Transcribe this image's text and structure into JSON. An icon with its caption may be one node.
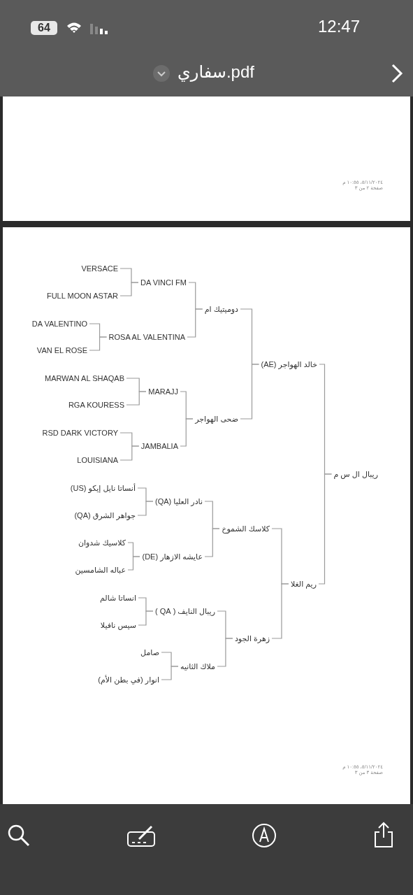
{
  "diagram": {
    "nodes": [
      {
        "text": [
          "VERSACE"
        ]
      },
      {
        "text": [
          "DA VINCI FM"
        ]
      },
      {
        "text": [
          "FULL MOON ASTAR"
        ]
      },
      {
        "text": [
          "دوميتيك ام"
        ]
      },
      {
        "text": [
          "DA VALENTINO"
        ]
      },
      {
        "text": [
          "ROSA AL VALENTINA"
        ]
      },
      {
        "text": [
          "VAN EL ROSE"
        ]
      },
      {
        "text": [
          "خالد الهواجر (AE)"
        ]
      },
      {
        "text": [
          "MARWAN AL SHAQAB"
        ]
      },
      {
        "text": [
          "MARAJJ"
        ]
      },
      {
        "text": [
          "RGA KOURESS"
        ]
      },
      {
        "text": [
          "ضحى الهواجر"
        ]
      },
      {
        "text": [
          "RSD DARK VICTORY"
        ]
      },
      {
        "text": [
          "JAMBALIA"
        ]
      },
      {
        "text": [
          "LOUISIANA"
        ]
      },
      {
        "text": [
          "ريبال ال س م"
        ]
      },
      {
        "text": [
          "أنساتا نايل إيكو (US)"
        ]
      },
      {
        "text": [
          "نادر العليا (QA)"
        ]
      },
      {
        "text": [
          "جواهر الشرق (QA)"
        ]
      },
      {
        "text": [
          "كلاسك الشموخ"
        ]
      },
      {
        "text": [
          "كلاسيك شدوان"
        ]
      },
      {
        "text": [
          "عايشه الازهار (DE)"
        ]
      },
      {
        "text": [
          "عباله الشامسين"
        ]
      },
      {
        "text": [
          "ريم الغلا"
        ]
      },
      {
        "text": [
          "انساتا شالم"
        ]
      },
      {
        "text": [
          "ريبال النايف ( QA )"
        ]
      },
      {
        "text": [
          "سيس نافيلا"
        ]
      },
      {
        "text": [
          "زهرة الجود"
        ]
      },
      {
        "text": [
          "صامل"
        ]
      },
      {
        "text": [
          "ملاك الثانيه"
        ]
      },
      {
        "text": [
          "انوار (في بطن الأم)"
        ]
      }
    ],
    "edges": [
      {
        "from": 0,
        "to": 1,
        "arrow": "none"
      },
      {
        "from": 2,
        "to": 1,
        "arrow": "none"
      },
      {
        "from": 1,
        "to": 3,
        "arrow": "none"
      },
      {
        "from": 5,
        "to": 3,
        "arrow": "none"
      },
      {
        "from": 4,
        "to": 5,
        "arrow": "none"
      },
      {
        "from": 6,
        "to": 5,
        "arrow": "none"
      },
      {
        "from": 3,
        "to": 7,
        "arrow": "none"
      },
      {
        "from": 11,
        "to": 7,
        "arrow": "none"
      },
      {
        "from": 8,
        "to": 9,
        "arrow": "none"
      },
      {
        "from": 10,
        "to": 9,
        "arrow": "none"
      },
      {
        "from": 9,
        "to": 11,
        "arrow": "none"
      },
      {
        "from": 13,
        "to": 11,
        "arrow": "none"
      },
      {
        "from": 12,
        "to": 13,
        "arrow": "none"
      },
      {
        "from": 14,
        "to": 13,
        "arrow": "none"
      },
      {
        "from": 7,
        "to": 15,
        "arrow": "none"
      },
      {
        "from": 23,
        "to": 15,
        "arrow": "none"
      },
      {
        "from": 16,
        "to": 17,
        "arrow": "none"
      },
      {
        "from": 18,
        "to": 17,
        "arrow": "none"
      },
      {
        "from": 17,
        "to": 19,
        "arrow": "none"
      },
      {
        "from": 21,
        "to": 19,
        "arrow": "none"
      },
      {
        "from": 20,
        "to": 21,
        "arrow": "none"
      },
      {
        "from": 22,
        "to": 21,
        "arrow": "none"
      },
      {
        "from": 19,
        "to": 23,
        "arrow": "none"
      },
      {
        "from": 27,
        "to": 23,
        "arrow": "none"
      },
      {
        "from": 24,
        "to": 25,
        "arrow": "none"
      },
      {
        "from": 26,
        "to": 25,
        "arrow": "none"
      },
      {
        "from": 25,
        "to": 27,
        "arrow": "none"
      },
      {
        "from": 29,
        "to": 27,
        "arrow": "none"
      },
      {
        "from": 28,
        "to": 29,
        "arrow": "none"
      },
      {
        "from": 30,
        "to": 29,
        "arrow": "none"
      }
    ],
    "labels": [
      "64",
      "12:47",
      "سفاري.pdf",
      "٥/١١/٢٠٢٤، ١٠:٥٥ م",
      "صفحة ٢ من ٣",
      "٥/١١/٢٠٢٤، ١٠:٥٥ م",
      "صفحة ٣ من ٣"
    ]
  }
}
